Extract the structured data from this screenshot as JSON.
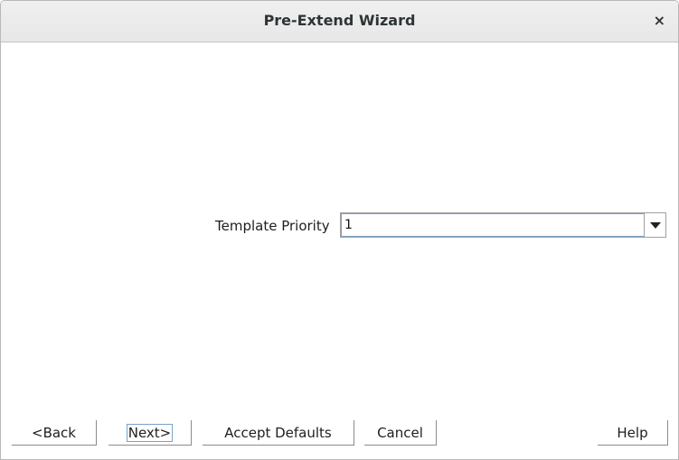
{
  "window": {
    "title": "Pre-Extend Wizard",
    "close_glyph": "×"
  },
  "form": {
    "template_priority": {
      "label": "Template Priority",
      "value": "1"
    }
  },
  "buttons": {
    "back": "<Back",
    "next": "Next>",
    "accept_defaults": "Accept Defaults",
    "cancel": "Cancel",
    "help": "Help"
  },
  "icons": {
    "close": "close-icon",
    "dropdown": "chevron-down-icon"
  }
}
